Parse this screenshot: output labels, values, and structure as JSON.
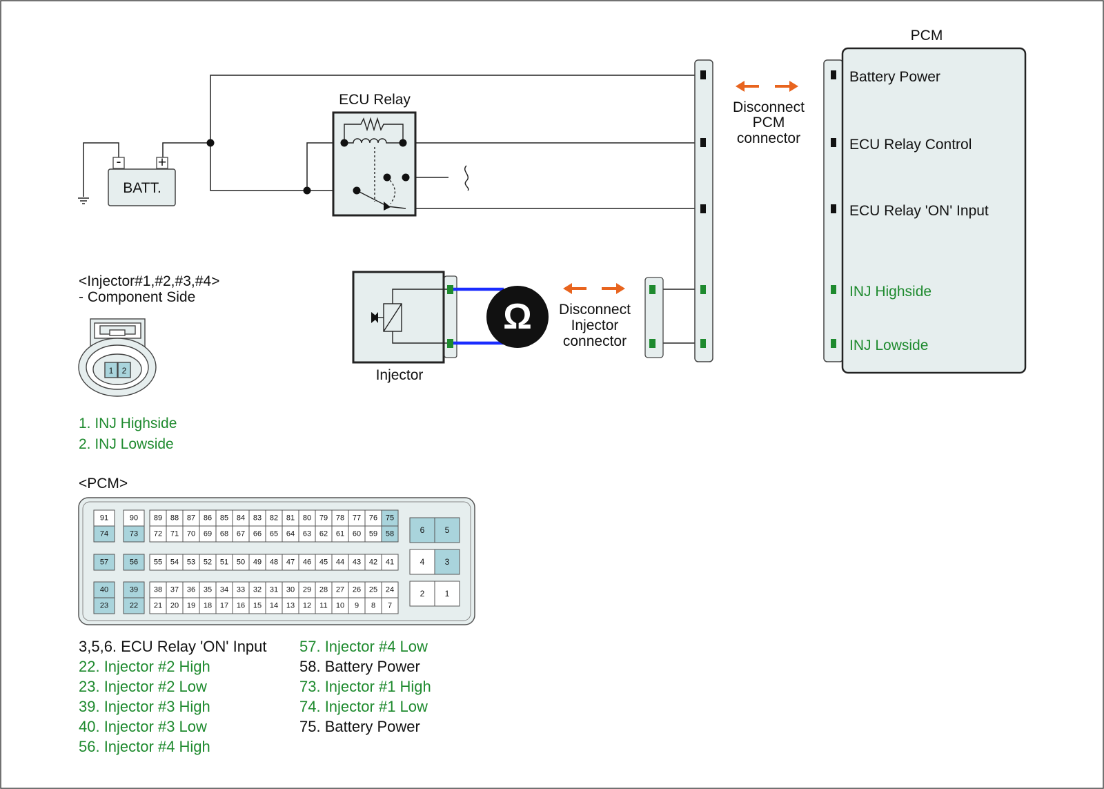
{
  "colors": {
    "wire": "#222222",
    "panel_fill": "#e6eeee",
    "highlight": "#a9d4dc",
    "green": "#1e8a2e",
    "orange": "#e8641e",
    "probe": "#1a2cff"
  },
  "labels": {
    "pcm_title": "PCM",
    "ecu_relay": "ECU Relay",
    "batt": "BATT.",
    "batt_minus": "-",
    "batt_plus": "+",
    "disconnect_pcm": [
      "Disconnect",
      "PCM",
      "connector"
    ],
    "disconnect_injector": [
      "Disconnect",
      "Injector",
      "connector"
    ],
    "injector": "Injector",
    "ohm": "Ω"
  },
  "pcm_pins": [
    {
      "label": "Battery Power",
      "color": "black"
    },
    {
      "label": "ECU Relay Control",
      "color": "black"
    },
    {
      "label": "ECU Relay 'ON' Input",
      "color": "black"
    },
    {
      "label": "INJ Highside",
      "color": "green"
    },
    {
      "label": "INJ Lowside",
      "color": "green"
    }
  ],
  "injector_connector": {
    "title": "<Injector#1,#2,#3,#4>",
    "subtitle": "- Component Side",
    "pins": [
      "1",
      "2"
    ],
    "legend": [
      "1. INJ Highside",
      "2. INJ Lowside"
    ]
  },
  "pcm_connector": {
    "title": "<PCM>",
    "rows": {
      "r1_top": [
        "89",
        "88",
        "87",
        "86",
        "85",
        "84",
        "83",
        "82",
        "81",
        "80",
        "79",
        "78",
        "77",
        "76",
        "75"
      ],
      "r1_bot": [
        "72",
        "71",
        "70",
        "69",
        "68",
        "67",
        "66",
        "65",
        "64",
        "63",
        "62",
        "61",
        "60",
        "59",
        "58"
      ],
      "r2": [
        "55",
        "54",
        "53",
        "52",
        "51",
        "50",
        "49",
        "48",
        "47",
        "46",
        "45",
        "44",
        "43",
        "42",
        "41"
      ],
      "r3_top": [
        "38",
        "37",
        "36",
        "35",
        "34",
        "33",
        "32",
        "31",
        "30",
        "29",
        "28",
        "27",
        "26",
        "25",
        "24"
      ],
      "r3_bot": [
        "21",
        "20",
        "19",
        "18",
        "17",
        "16",
        "15",
        "14",
        "13",
        "12",
        "11",
        "10",
        "9",
        "8",
        "7"
      ]
    },
    "singles": {
      "c1": [
        "91",
        "74",
        "57",
        "40",
        "23"
      ],
      "c2": [
        "90",
        "73",
        "56",
        "39",
        "22"
      ]
    },
    "big": [
      "6",
      "5",
      "4",
      "3",
      "2",
      "1"
    ],
    "highlighted": [
      "3",
      "5",
      "6",
      "22",
      "23",
      "39",
      "40",
      "56",
      "57",
      "58",
      "73",
      "74",
      "75"
    ]
  },
  "pin_legend": {
    "left": [
      {
        "text": "3,5,6. ECU Relay 'ON' Input",
        "color": "black"
      },
      {
        "text": "22. Injector #2 High",
        "color": "green"
      },
      {
        "text": "23. Injector #2 Low",
        "color": "green"
      },
      {
        "text": "39. Injector #3 High",
        "color": "green"
      },
      {
        "text": "40. Injector #3 Low",
        "color": "green"
      },
      {
        "text": "56. Injector #4 High",
        "color": "green"
      }
    ],
    "right": [
      {
        "text": "57. Injector #4 Low",
        "color": "green"
      },
      {
        "text": "58. Battery Power",
        "color": "black"
      },
      {
        "text": "73. Injector #1 High",
        "color": "green"
      },
      {
        "text": "74. Injector #1 Low",
        "color": "green"
      },
      {
        "text": "75. Battery Power",
        "color": "black"
      }
    ]
  }
}
